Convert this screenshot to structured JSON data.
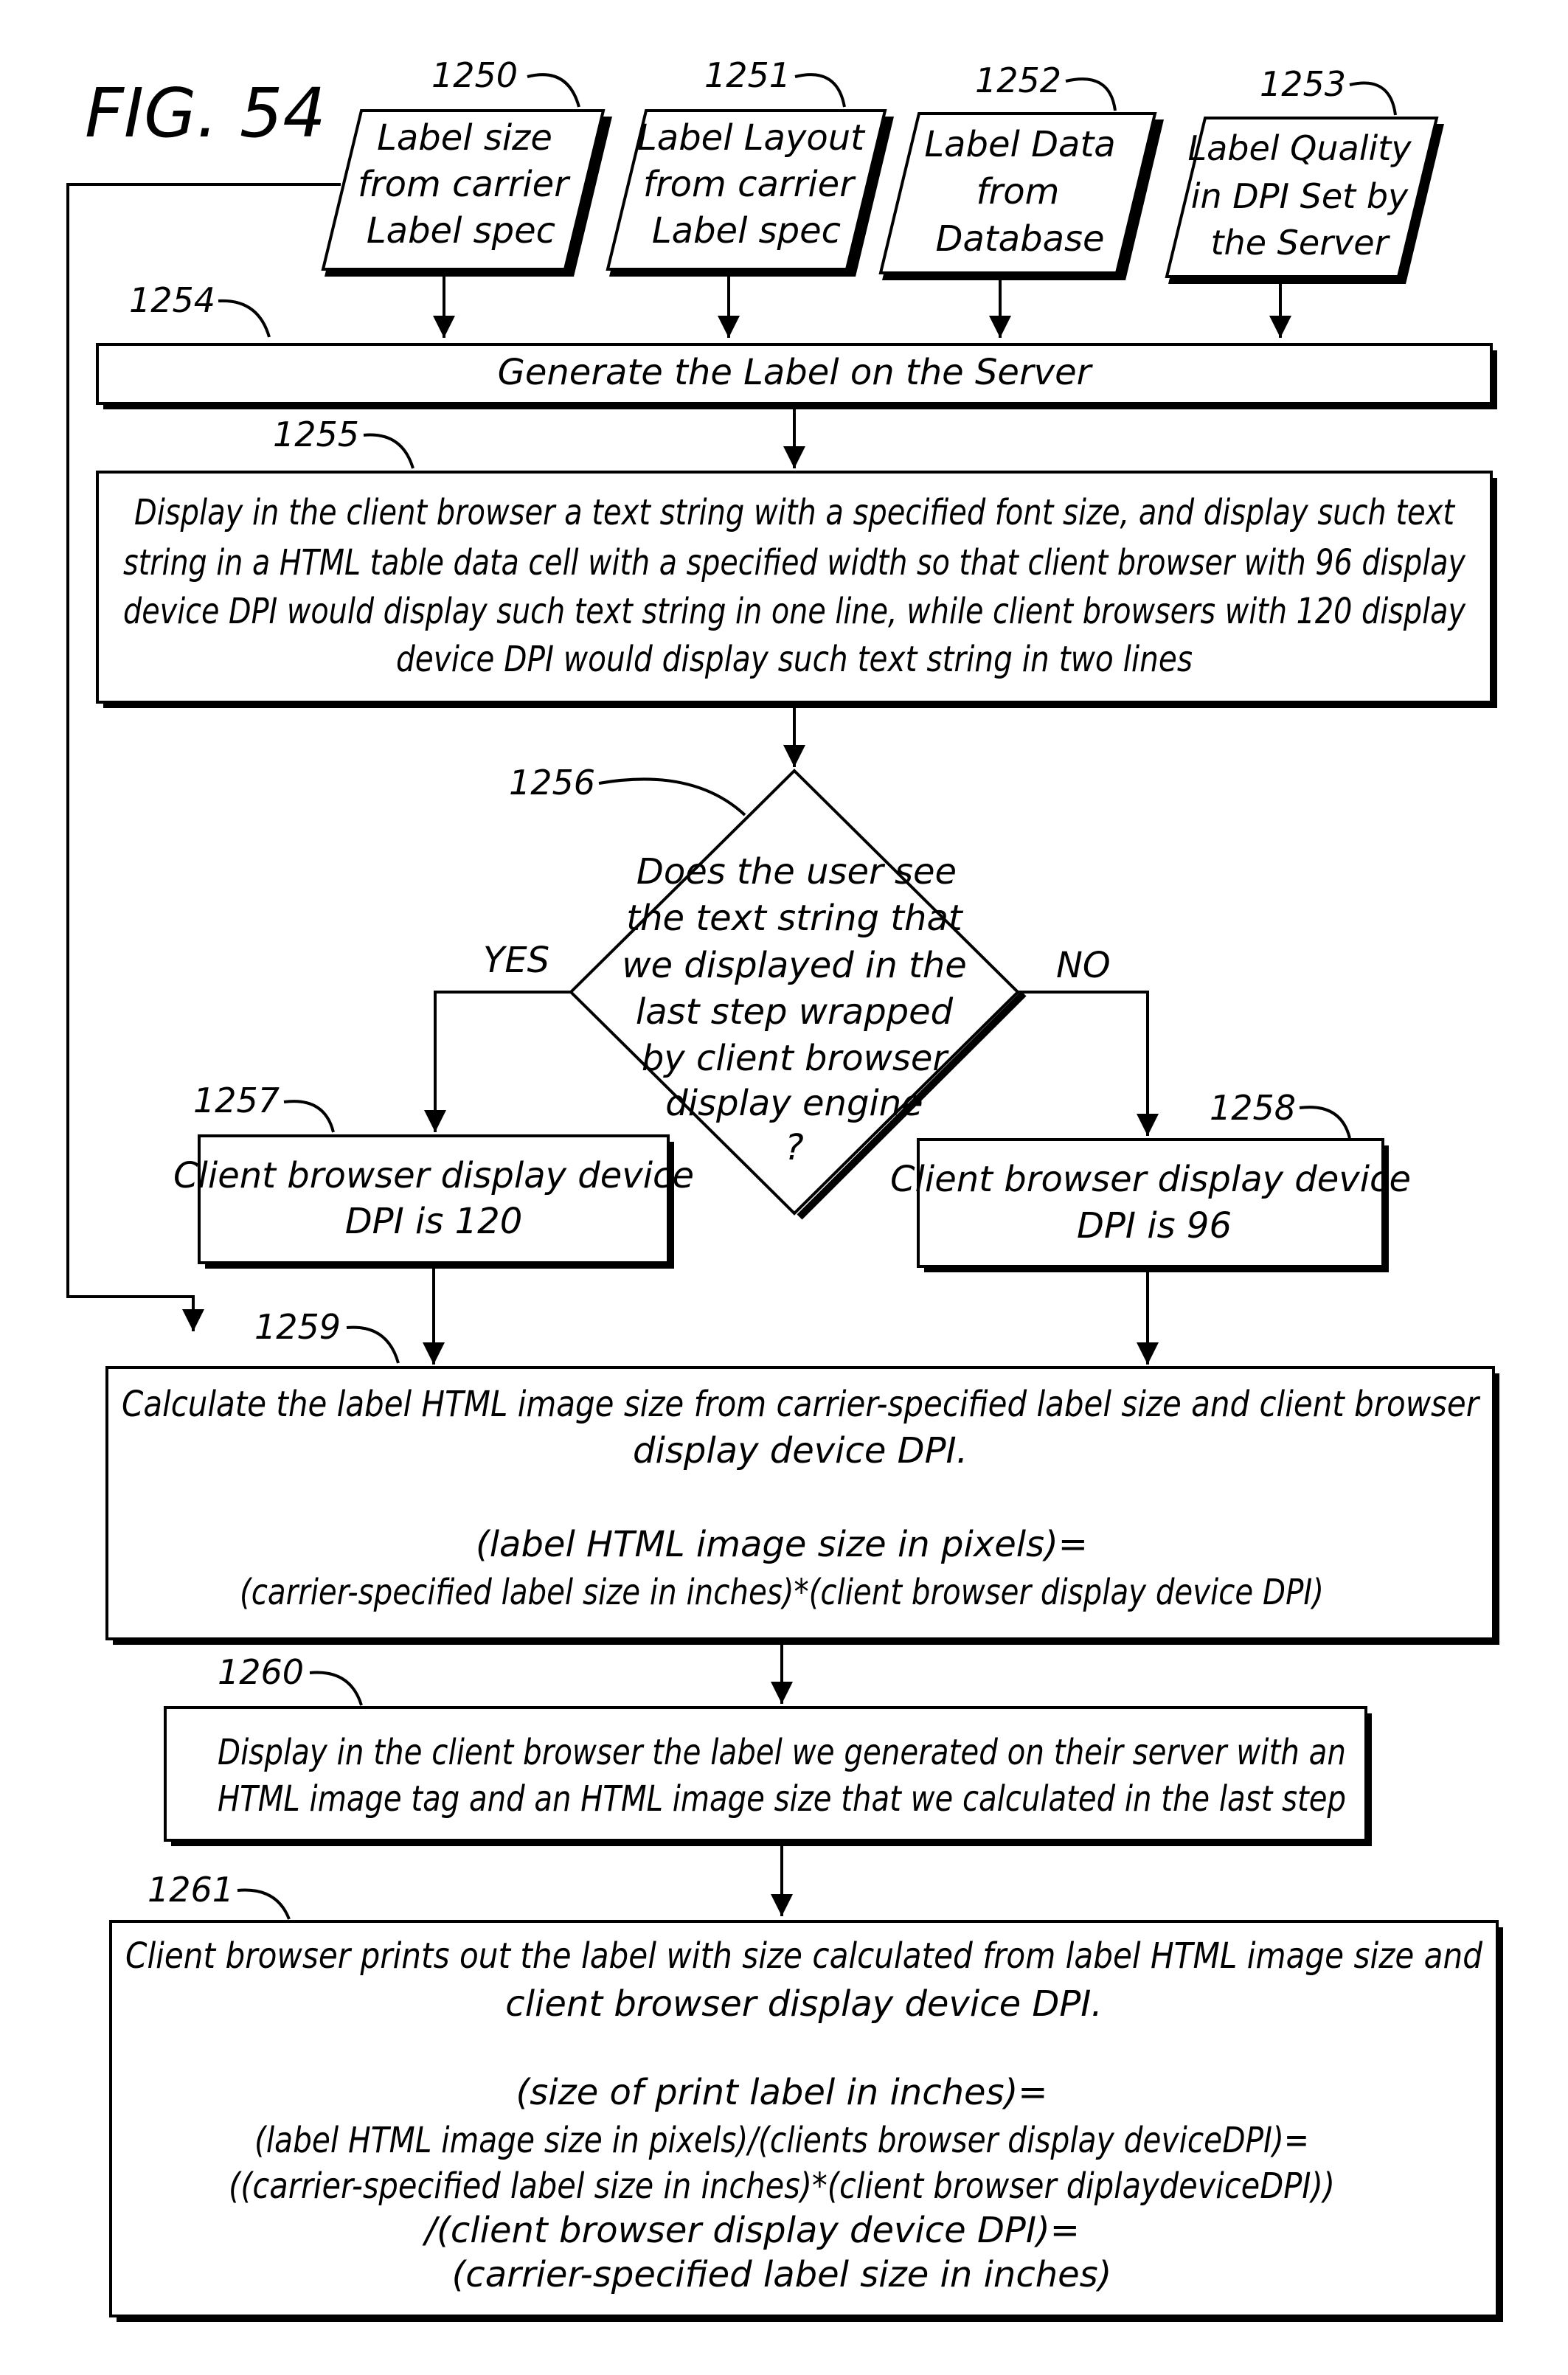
{
  "figure_label": "FIG. 54",
  "inputs": [
    {
      "ref": "1250",
      "lines": [
        "Label size",
        "from carrier",
        "Label spec"
      ]
    },
    {
      "ref": "1251",
      "lines": [
        "Label Layout",
        "from carrier",
        "Label spec"
      ]
    },
    {
      "ref": "1252",
      "lines": [
        "Label Data",
        "from",
        "Database"
      ]
    },
    {
      "ref": "1253",
      "lines": [
        "Label Quality",
        "in DPI Set by",
        "the Server"
      ]
    }
  ],
  "step_1254": {
    "ref": "1254",
    "text": "Generate the Label on the Server"
  },
  "step_1255": {
    "ref": "1255",
    "lines": [
      "Display in the client browser a text string with a specified font size, and display such text",
      "string in a HTML table data cell with a specified width so that client browser with 96 display",
      "device DPI would display such text string in one line, while client browsers with 120 display",
      "device DPI would display such text string in two lines"
    ]
  },
  "decision_1256": {
    "ref": "1256",
    "lines": [
      "Does the user see",
      "the text string that",
      "we displayed in the",
      "last step wrapped",
      "by client browser",
      "display engine",
      "?"
    ],
    "yes_label": "YES",
    "no_label": "NO"
  },
  "step_1257": {
    "ref": "1257",
    "lines": [
      "Client browser display device",
      "DPI is 120"
    ]
  },
  "step_1258": {
    "ref": "1258",
    "lines": [
      "Client browser display device",
      "DPI is 96"
    ]
  },
  "step_1259": {
    "ref": "1259",
    "lines": [
      "Calculate the label HTML image size from carrier-specified label size and client browser",
      "display device DPI.",
      "",
      "(label HTML image size in pixels)=",
      "(carrier-specified label size in inches)*(client browser display device DPI)"
    ]
  },
  "step_1260": {
    "ref": "1260",
    "lines": [
      "Display in the client browser the label we generated on their server with an",
      "HTML image tag and an HTML image size that we calculated in the last step"
    ]
  },
  "step_1261": {
    "ref": "1261",
    "lines": [
      "Client browser prints out the label with size calculated from label HTML image size and",
      "client browser display device DPI.",
      "",
      "(size of print label in inches)=",
      "(label HTML image size in pixels)/(clients browser display deviceDPI)=",
      "((carrier-specified label size in inches)*(client browser diplaydeviceDPI))",
      "/(client browser display device DPI)=",
      "(carrier-specified label size in inches)"
    ]
  }
}
